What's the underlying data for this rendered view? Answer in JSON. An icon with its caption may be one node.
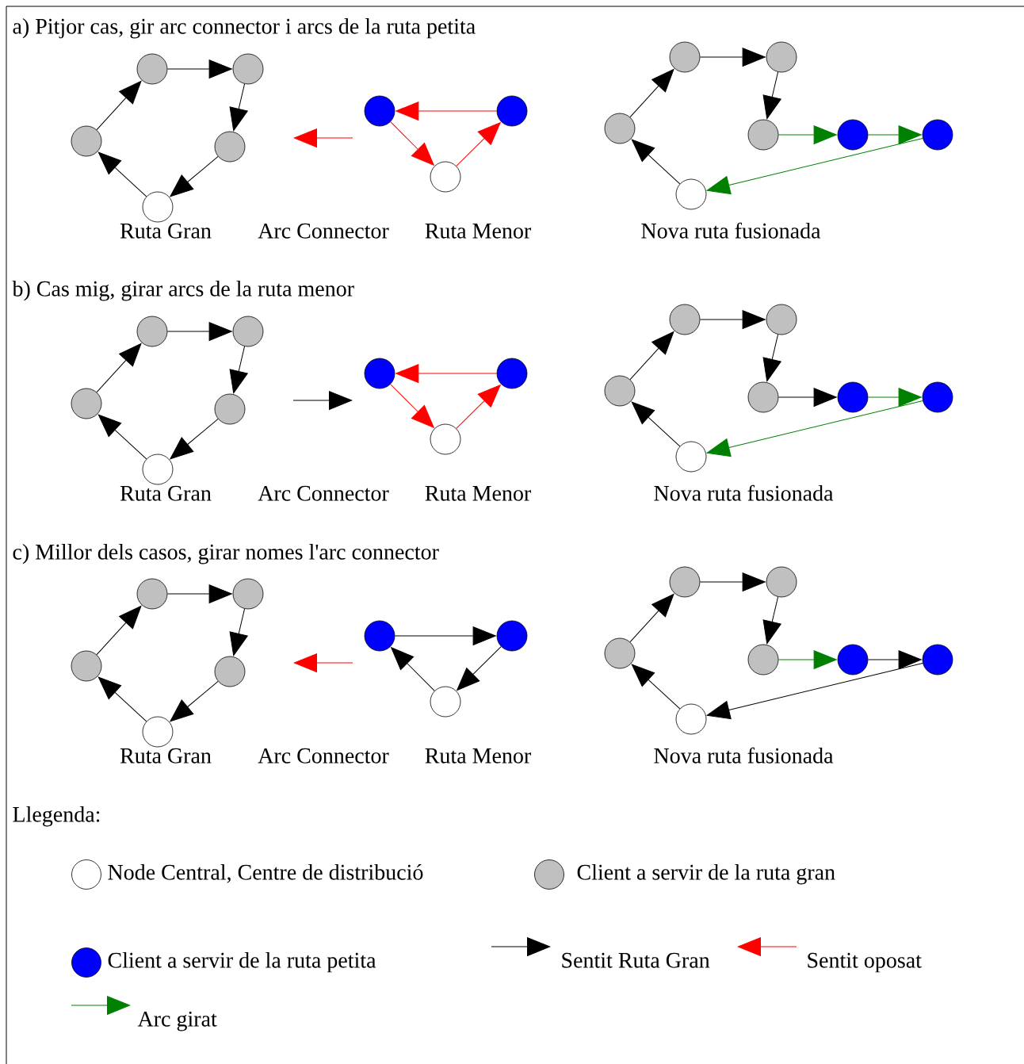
{
  "diagram": {
    "nodes": [
      {
        "text": [],
        "shape": "circle"
      },
      {
        "text": [],
        "shape": "circle"
      },
      {
        "text": [],
        "shape": "circle"
      },
      {
        "text": [],
        "shape": "circle"
      },
      {
        "text": [],
        "shape": "circle"
      },
      {
        "text": [],
        "shape": "circle"
      },
      {
        "text": [],
        "shape": "circle"
      },
      {
        "text": [],
        "shape": "circle"
      },
      {
        "text": [],
        "shape": "circle"
      },
      {
        "text": [],
        "shape": "circle"
      },
      {
        "text": [],
        "shape": "circle"
      },
      {
        "text": [],
        "shape": "circle"
      },
      {
        "text": [],
        "shape": "circle"
      },
      {
        "text": [],
        "shape": "circle"
      },
      {
        "text": [],
        "shape": "circle"
      },
      {
        "text": [],
        "shape": "circle"
      },
      {
        "text": [],
        "shape": "circle"
      },
      {
        "text": [],
        "shape": "circle"
      },
      {
        "text": [],
        "shape": "circle"
      },
      {
        "text": [],
        "shape": "circle"
      },
      {
        "text": [],
        "shape": "circle"
      },
      {
        "text": [],
        "shape": "circle"
      },
      {
        "text": [],
        "shape": "circle"
      },
      {
        "text": [],
        "shape": "circle"
      },
      {
        "text": [],
        "shape": "circle"
      },
      {
        "text": [],
        "shape": "circle"
      },
      {
        "text": [],
        "shape": "circle"
      },
      {
        "text": [],
        "shape": "circle"
      },
      {
        "text": [],
        "shape": "circle"
      },
      {
        "text": [],
        "shape": "circle"
      },
      {
        "text": [],
        "shape": "circle"
      },
      {
        "text": [],
        "shape": "circle"
      },
      {
        "text": [],
        "shape": "circle"
      },
      {
        "text": [],
        "shape": "circle"
      },
      {
        "text": [],
        "shape": "circle"
      },
      {
        "text": [],
        "shape": "circle"
      },
      {
        "text": [],
        "shape": "circle"
      },
      {
        "text": [],
        "shape": "circle"
      },
      {
        "text": [],
        "shape": "circle"
      },
      {
        "text": [],
        "shape": "circle"
      },
      {
        "text": [],
        "shape": "circle"
      },
      {
        "text": [],
        "shape": "circle"
      },
      {
        "text": [],
        "shape": "circle"
      },
      {
        "text": [],
        "shape": "circle"
      },
      {
        "text": [],
        "shape": "circle"
      }
    ],
    "edges": [
      {
        "from": 4,
        "to": 2,
        "arrow": "to"
      },
      {
        "from": 2,
        "to": 0,
        "arrow": "to"
      },
      {
        "from": 0,
        "to": 1,
        "arrow": "to"
      },
      {
        "from": 1,
        "to": 3,
        "arrow": "to"
      },
      {
        "from": 3,
        "to": 4,
        "arrow": "to"
      },
      {
        "from": 6,
        "to": 5,
        "arrow": "to",
        "color": "#ff0000"
      },
      {
        "from": 5,
        "to": 7,
        "arrow": "to",
        "color": "#ff0000"
      },
      {
        "from": 7,
        "to": 6,
        "arrow": "to",
        "color": "#ff0000"
      },
      {
        "from": 14,
        "to": 10,
        "arrow": "to"
      },
      {
        "from": 10,
        "to": 8,
        "arrow": "to"
      },
      {
        "from": 8,
        "to": 9,
        "arrow": "to"
      },
      {
        "from": 9,
        "to": 11,
        "arrow": "to"
      },
      {
        "from": 11,
        "to": 12,
        "arrow": "to",
        "color": "#008000"
      },
      {
        "from": 12,
        "to": 13,
        "arrow": "to",
        "color": "#008000"
      },
      {
        "from": 13,
        "to": 14,
        "arrow": "to",
        "color": "#008000"
      },
      {
        "from": 19,
        "to": 17,
        "arrow": "to"
      },
      {
        "from": 17,
        "to": 15,
        "arrow": "to"
      },
      {
        "from": 15,
        "to": 16,
        "arrow": "to"
      },
      {
        "from": 16,
        "to": 18,
        "arrow": "to"
      },
      {
        "from": 18,
        "to": 19,
        "arrow": "to"
      },
      {
        "from": 21,
        "to": 20,
        "arrow": "to",
        "color": "#ff0000"
      },
      {
        "from": 20,
        "to": 22,
        "arrow": "to",
        "color": "#ff0000"
      },
      {
        "from": 22,
        "to": 21,
        "arrow": "to",
        "color": "#ff0000"
      },
      {
        "from": 29,
        "to": 25,
        "arrow": "to"
      },
      {
        "from": 25,
        "to": 23,
        "arrow": "to"
      },
      {
        "from": 23,
        "to": 24,
        "arrow": "to"
      },
      {
        "from": 24,
        "to": 26,
        "arrow": "to"
      },
      {
        "from": 26,
        "to": 27,
        "arrow": "to"
      },
      {
        "from": 27,
        "to": 28,
        "arrow": "to",
        "color": "#008000"
      },
      {
        "from": 28,
        "to": 29,
        "arrow": "to",
        "color": "#008000"
      },
      {
        "from": 34,
        "to": 32,
        "arrow": "to"
      },
      {
        "from": 32,
        "to": 30,
        "arrow": "to"
      },
      {
        "from": 30,
        "to": 31,
        "arrow": "to"
      },
      {
        "from": 31,
        "to": 33,
        "arrow": "to"
      },
      {
        "from": 33,
        "to": 34,
        "arrow": "to"
      },
      {
        "from": 35,
        "to": 36,
        "arrow": "to"
      },
      {
        "from": 36,
        "to": 37,
        "arrow": "to"
      },
      {
        "from": 37,
        "to": 35,
        "arrow": "to"
      },
      {
        "from": 44,
        "to": 40,
        "arrow": "to"
      },
      {
        "from": 40,
        "to": 38,
        "arrow": "to"
      },
      {
        "from": 38,
        "to": 39,
        "arrow": "to"
      },
      {
        "from": 39,
        "to": 41,
        "arrow": "to"
      },
      {
        "from": 41,
        "to": 42,
        "arrow": "to",
        "color": "#008000"
      },
      {
        "from": 42,
        "to": 43,
        "arrow": "to"
      },
      {
        "from": 43,
        "to": 44,
        "arrow": "to"
      }
    ],
    "labels": [
      "a) Pitjor cas, gir arc connector i arcs de la ruta petita",
      "Ruta Gran",
      "Arc Connector",
      "Ruta Menor",
      "Nova ruta fusionada",
      "b) Cas mig, girar arcs de la ruta menor",
      "Ruta Gran",
      "Arc Connector",
      "Ruta Menor",
      "Nova ruta fusionada",
      "c) Millor dels casos, girar nomes l'arc connector",
      "Ruta Gran",
      "Arc Connector",
      "Ruta Menor",
      "Nova ruta fusionada",
      "Llegenda:"
    ],
    "legend": [
      {
        "text": "Node Central, Centre de distribució"
      },
      {
        "text": "Client a servir de la ruta gran",
        "color": "#c0c0c0"
      },
      {
        "text": "Client a servir de la ruta petita",
        "color": "#0000ff"
      },
      {
        "text": "Sentit Ruta Gran"
      },
      {
        "text": "Sentit oposat"
      },
      {
        "text": "Arc girat"
      }
    ]
  }
}
